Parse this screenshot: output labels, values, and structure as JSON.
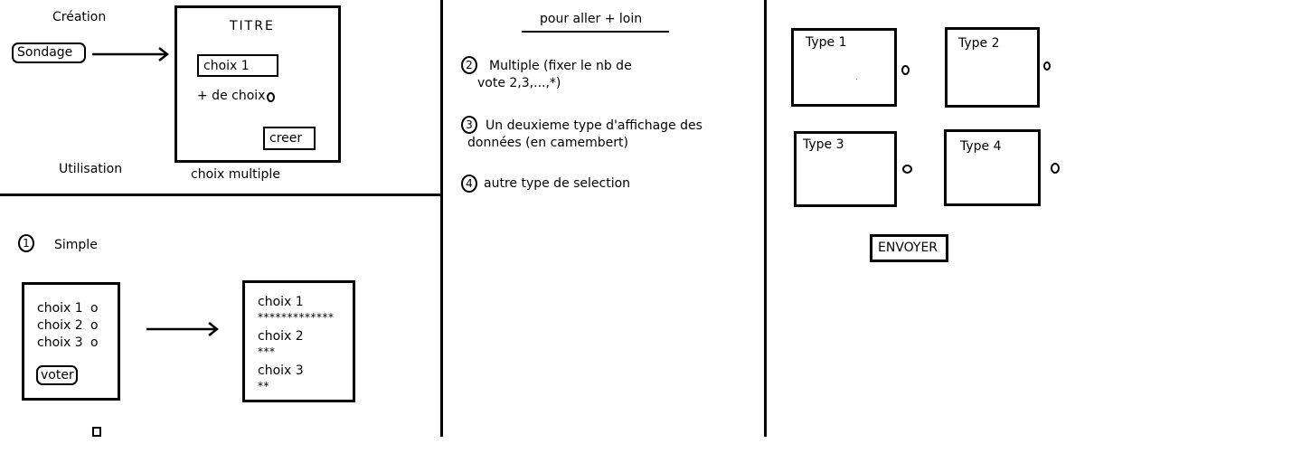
{
  "creation": {
    "label": "Création",
    "sondage_button": "Sondage",
    "form": {
      "title": "TITRE",
      "choice_field": "choix 1",
      "more_choices": "+ de choix",
      "create_button": "creer"
    },
    "caption": "choix multiple"
  },
  "utilisation": {
    "label": "Utilisation",
    "simple": {
      "number": "1",
      "label": "Simple",
      "choices": [
        "choix 1",
        "choix 2",
        "choix 3"
      ],
      "radio_marks": [
        "o",
        "o",
        "o"
      ],
      "vote_button": "voter"
    },
    "results": [
      {
        "label": "choix 1",
        "stars": "*************"
      },
      {
        "label": "choix 2",
        "stars": "***"
      },
      {
        "label": "choix 3",
        "stars": "**"
      }
    ]
  },
  "further": {
    "heading": "pour aller + loin",
    "items": [
      {
        "number": "2",
        "line1": "Multiple (fixer le nb de",
        "line2": "vote 2,3,...,*)"
      },
      {
        "number": "3",
        "line1": "Un deuxieme type d'affichage des",
        "line2": "données (en camembert)"
      },
      {
        "number": "4",
        "line1": "autre type de selection",
        "line2": ""
      }
    ]
  },
  "types": {
    "items": [
      "Type 1",
      "Type 2",
      "Type 3",
      "Type 4"
    ],
    "send_button": "ENVOYER"
  }
}
